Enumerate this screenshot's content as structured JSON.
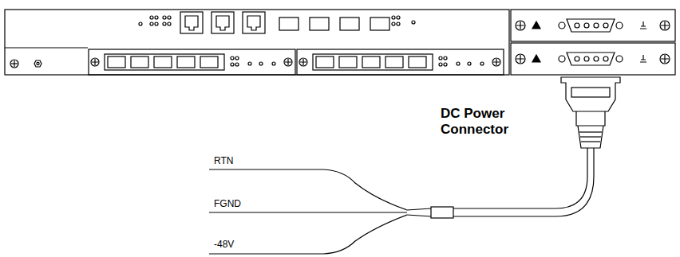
{
  "diagram": {
    "labels": [
      "DC Power Connector",
      "RTN",
      "FGND",
      "-48V"
    ]
  }
}
